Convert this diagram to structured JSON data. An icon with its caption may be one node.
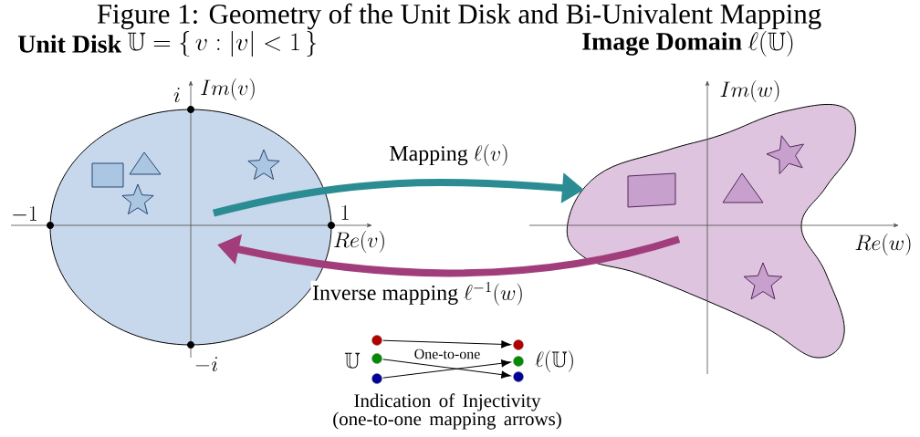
{
  "diagram": {
    "title": "Figure 1: Geometry of the Unit Disk and Bi-Univalent Mapping",
    "nodes": [
      {
        "text": [
          "Unit Disk"
        ]
      },
      {
        "text": [
          "Image Domain"
        ]
      },
      {
        "text": [],
        "shape": "circle"
      },
      {
        "text": [],
        "shape": "circle"
      },
      {
        "text": [],
        "shape": "circle"
      },
      {
        "text": [],
        "shape": "circle"
      },
      {
        "text": [],
        "shape": "circle"
      },
      {
        "text": [],
        "shape": "circle"
      }
    ],
    "edges": [
      {
        "from": 0,
        "to": 1,
        "arrow": "to",
        "label": "\\text{Mapping } \\ell(v)",
        "style": "thick",
        "color": "#2b8c93"
      },
      {
        "from": 1,
        "to": 0,
        "arrow": "to",
        "label": "\\text{Inverse mapping } \\ell^{-1}(w)",
        "style": "thick",
        "color": "#a23d7c"
      },
      {
        "from": 2,
        "to": 5,
        "arrow": "to"
      },
      {
        "from": 3,
        "to": 7,
        "arrow": "to"
      },
      {
        "from": 4,
        "to": 6,
        "arrow": "to"
      }
    ],
    "labels": [
      "\\mathbb{U} = \\{\\, v : |v| < 1 \\,\\}",
      "\\ell(\\mathbb{U})",
      "i",
      "Im(v)",
      "-1",
      "1",
      "Re(v)",
      "-i",
      "Im(w)",
      "Re(w)",
      "\\mathbb{U}",
      "\\ell(\\mathbb{U})",
      "One-to-one",
      "Indication of Injectivity (one-to-one mapping arrows)"
    ]
  }
}
